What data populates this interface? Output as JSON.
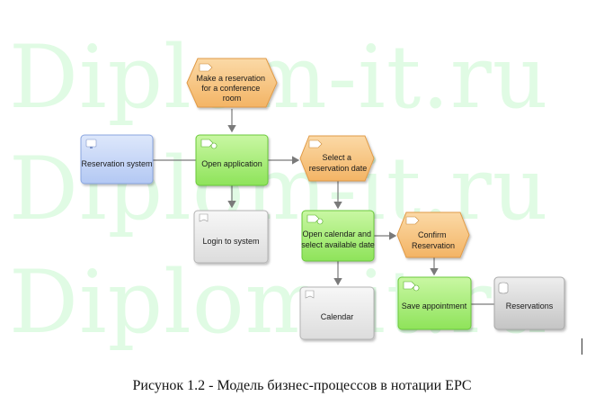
{
  "watermark": "Diplom-it.ru",
  "caption": "Рисунок 1.2 - Модель бизнес-процессов в нотации EPC",
  "nodes": {
    "event_make": {
      "type": "event",
      "lines": [
        "Make a reservation",
        "for a conference",
        "room"
      ]
    },
    "function_open_app": {
      "type": "function",
      "lines": [
        "Open application"
      ]
    },
    "system_reservation": {
      "type": "system",
      "lines": [
        "Reservation system"
      ]
    },
    "event_select": {
      "type": "event",
      "lines": [
        "Select a",
        "reservation date"
      ]
    },
    "doc_login": {
      "type": "document",
      "lines": [
        "Login to system"
      ]
    },
    "function_open_calendar": {
      "type": "function",
      "lines": [
        "Open calendar and",
        "select available date"
      ]
    },
    "event_confirm": {
      "type": "event",
      "lines": [
        "Confirm",
        "Reservation"
      ]
    },
    "doc_calendar": {
      "type": "document",
      "lines": [
        "Calendar"
      ]
    },
    "function_save": {
      "type": "function",
      "lines": [
        "Save appointment"
      ]
    },
    "db_reservations": {
      "type": "database",
      "lines": [
        "Reservations"
      ]
    }
  },
  "colors": {
    "event_fill": "#f8c98a",
    "event_stroke": "#e09a46",
    "function_fill": "#aef07a",
    "function_stroke": "#6bc93a",
    "system_fill": "#c9d8f7",
    "system_stroke": "#8aa6e0",
    "document_fill": "#ececec",
    "document_stroke": "#b4b4b4",
    "edge": "#7a7a7a"
  }
}
